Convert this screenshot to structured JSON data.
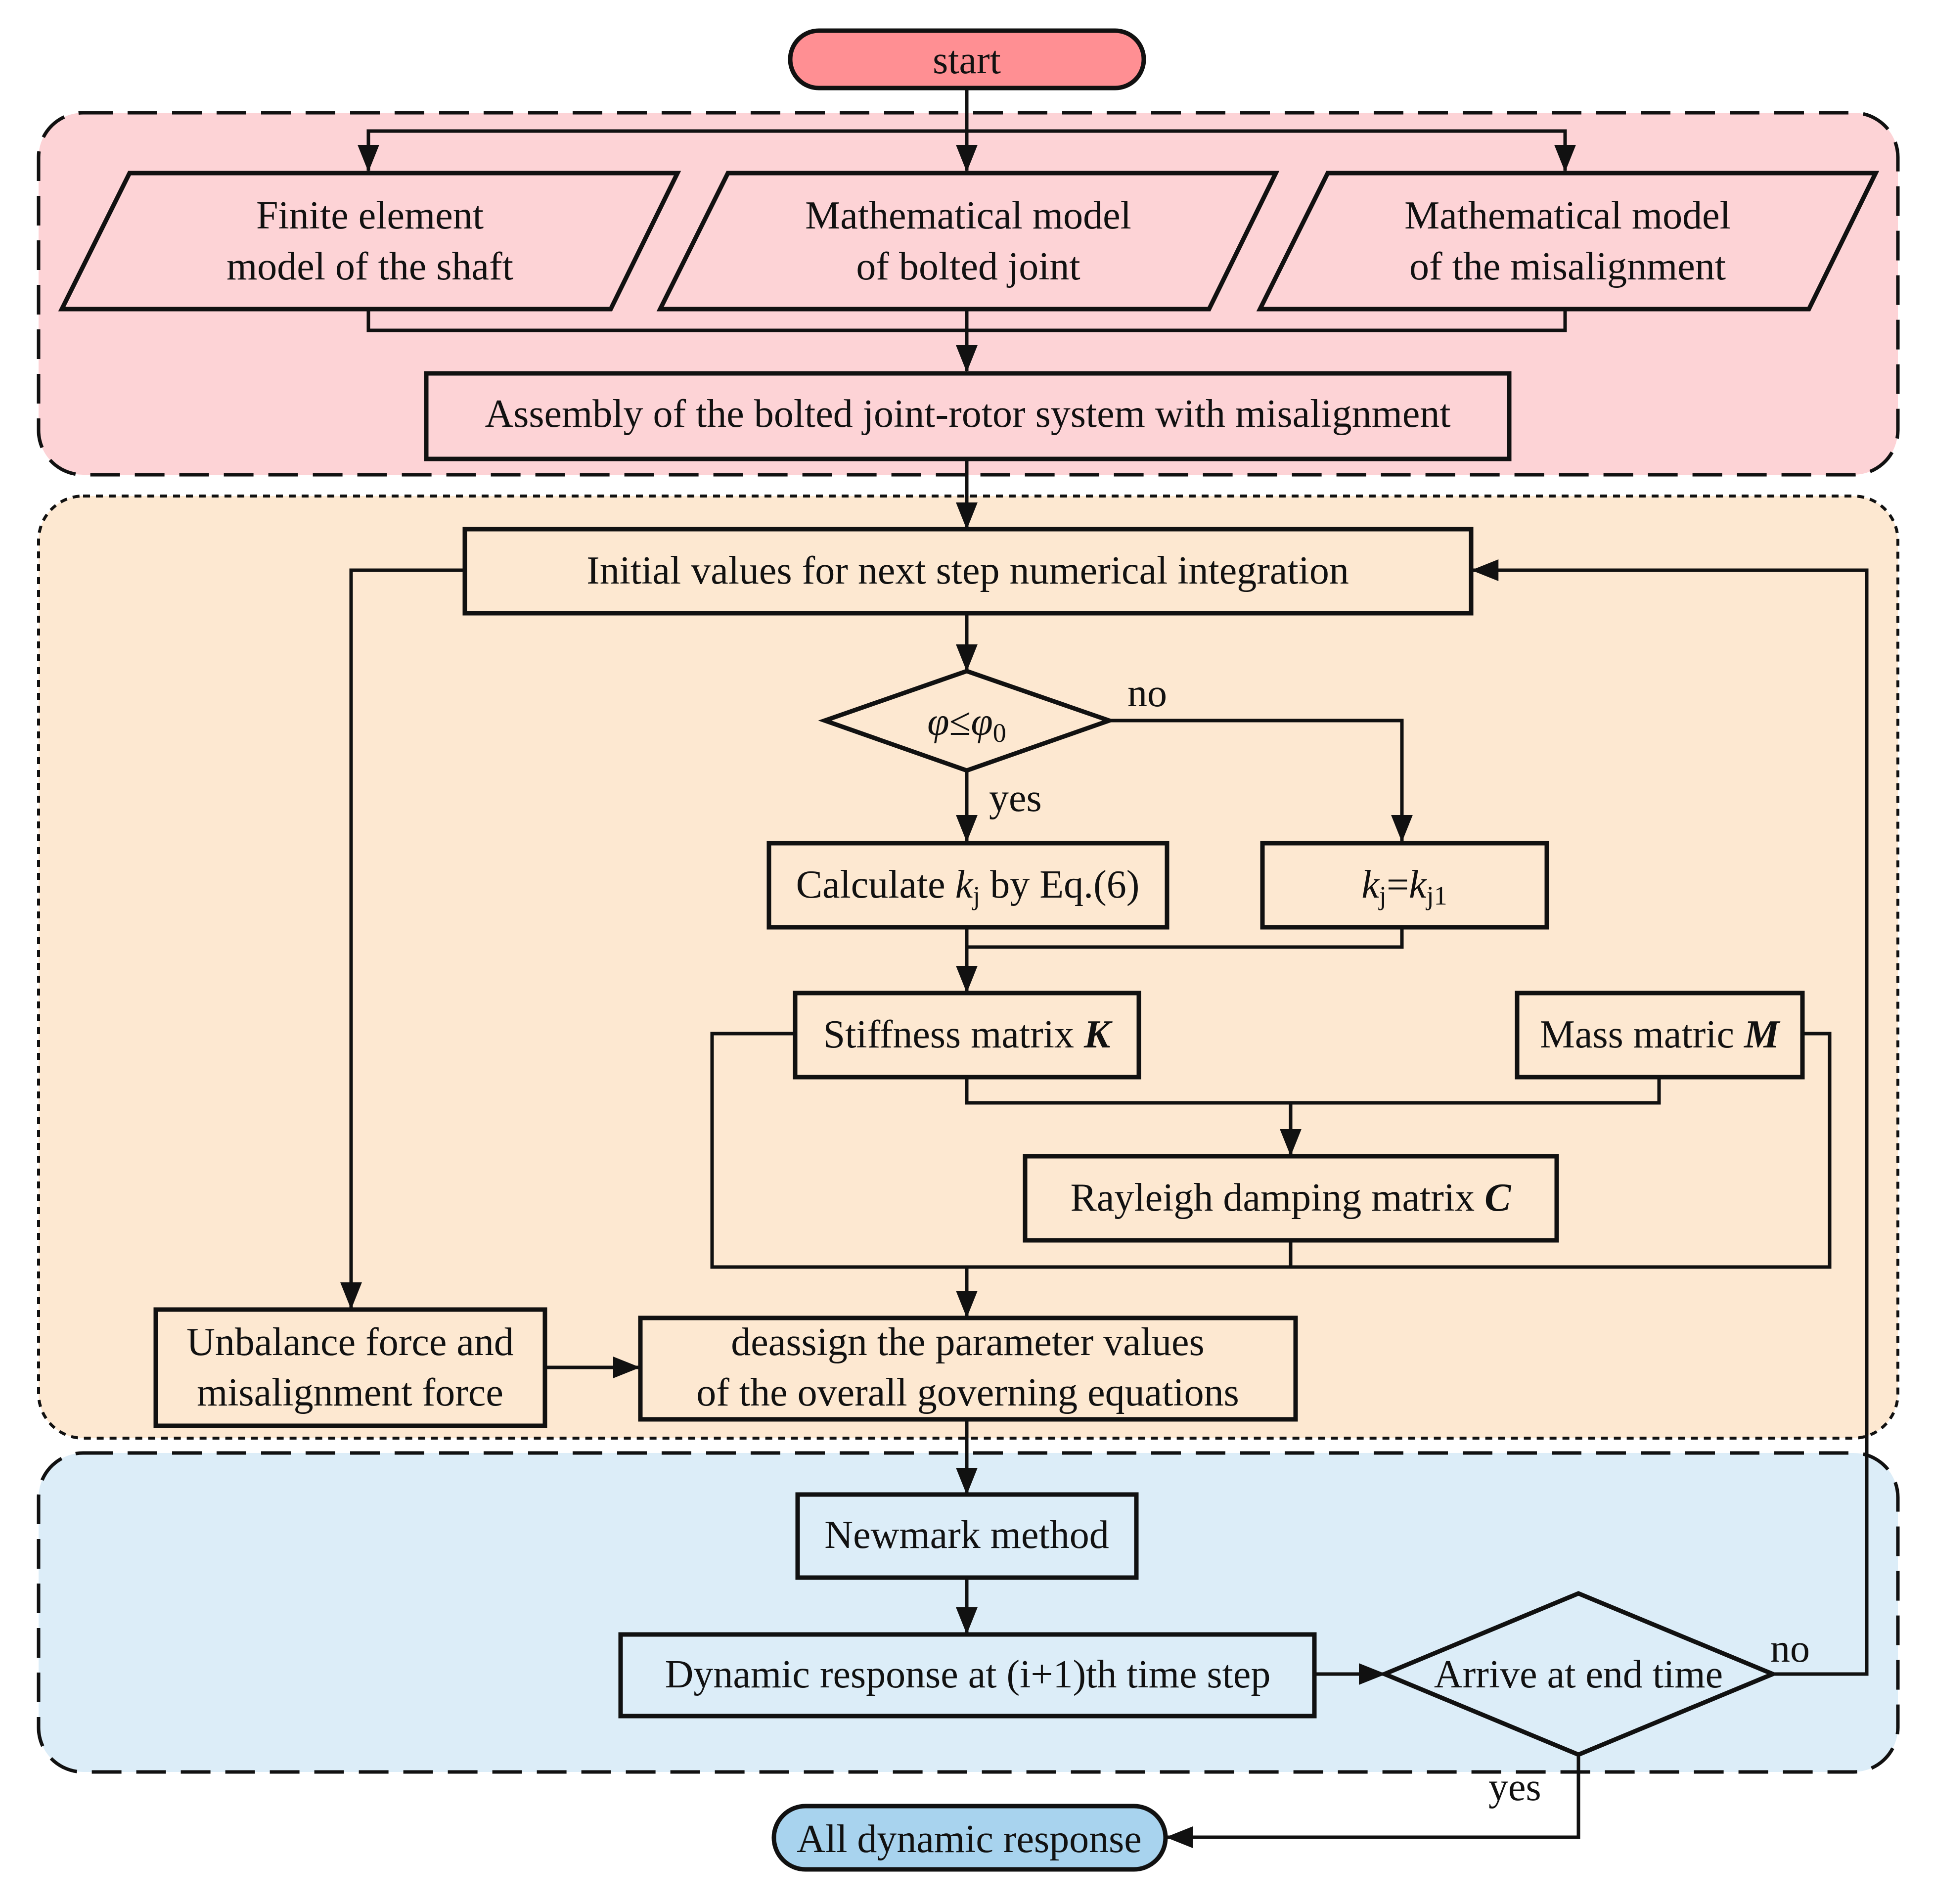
{
  "colors": {
    "start_fill": "#ff8f93",
    "modeling_region": "#fdd3d6",
    "integration_region": "#fde8d1",
    "solver_region": "#dcedf8",
    "end_fill": "#a8d3ee",
    "stroke": "#111111"
  },
  "nodes": {
    "start": "start",
    "fe_model": {
      "line1": "Finite element",
      "line2": "model of the shaft"
    },
    "bolted_model": {
      "line1": "Mathematical model",
      "line2": "of bolted joint"
    },
    "misalign_model": {
      "line1": "Mathematical model",
      "line2": "of the misalignment"
    },
    "assembly": "Assembly of the bolted joint-rotor system with misalignment",
    "initial_values": "Initial values for next step numerical integration",
    "decision_phi": {
      "phi": "φ",
      "rel": "≤",
      "phi0": "φ",
      "sub0": "0"
    },
    "calc_kj": {
      "pre": "Calculate ",
      "k": "k",
      "sub": "j",
      "post": " by Eq.(6)"
    },
    "kj_assign": {
      "k1": "k",
      "sub1": "j",
      "eq": "=",
      "k2": "k",
      "sub2": "j1"
    },
    "stiffness": {
      "text": "Stiffness matrix ",
      "symbol": "K"
    },
    "mass": {
      "text": "Mass matric ",
      "symbol": "M"
    },
    "damping": {
      "text": "Rayleigh damping matrix ",
      "symbol": "C"
    },
    "unbalance": {
      "line1": "Unbalance force and",
      "line2": "misalignment force"
    },
    "deassign": {
      "line1": "deassign the parameter values",
      "line2": "of the overall governing equations"
    },
    "newmark": "Newmark method",
    "dynamic_step": "Dynamic response at (i+1)th time step",
    "end_time": "Arrive at end time",
    "all_response": "All dynamic response"
  },
  "edge_labels": {
    "phi_no": "no",
    "phi_yes": "yes",
    "end_no": "no",
    "end_yes": "yes"
  }
}
